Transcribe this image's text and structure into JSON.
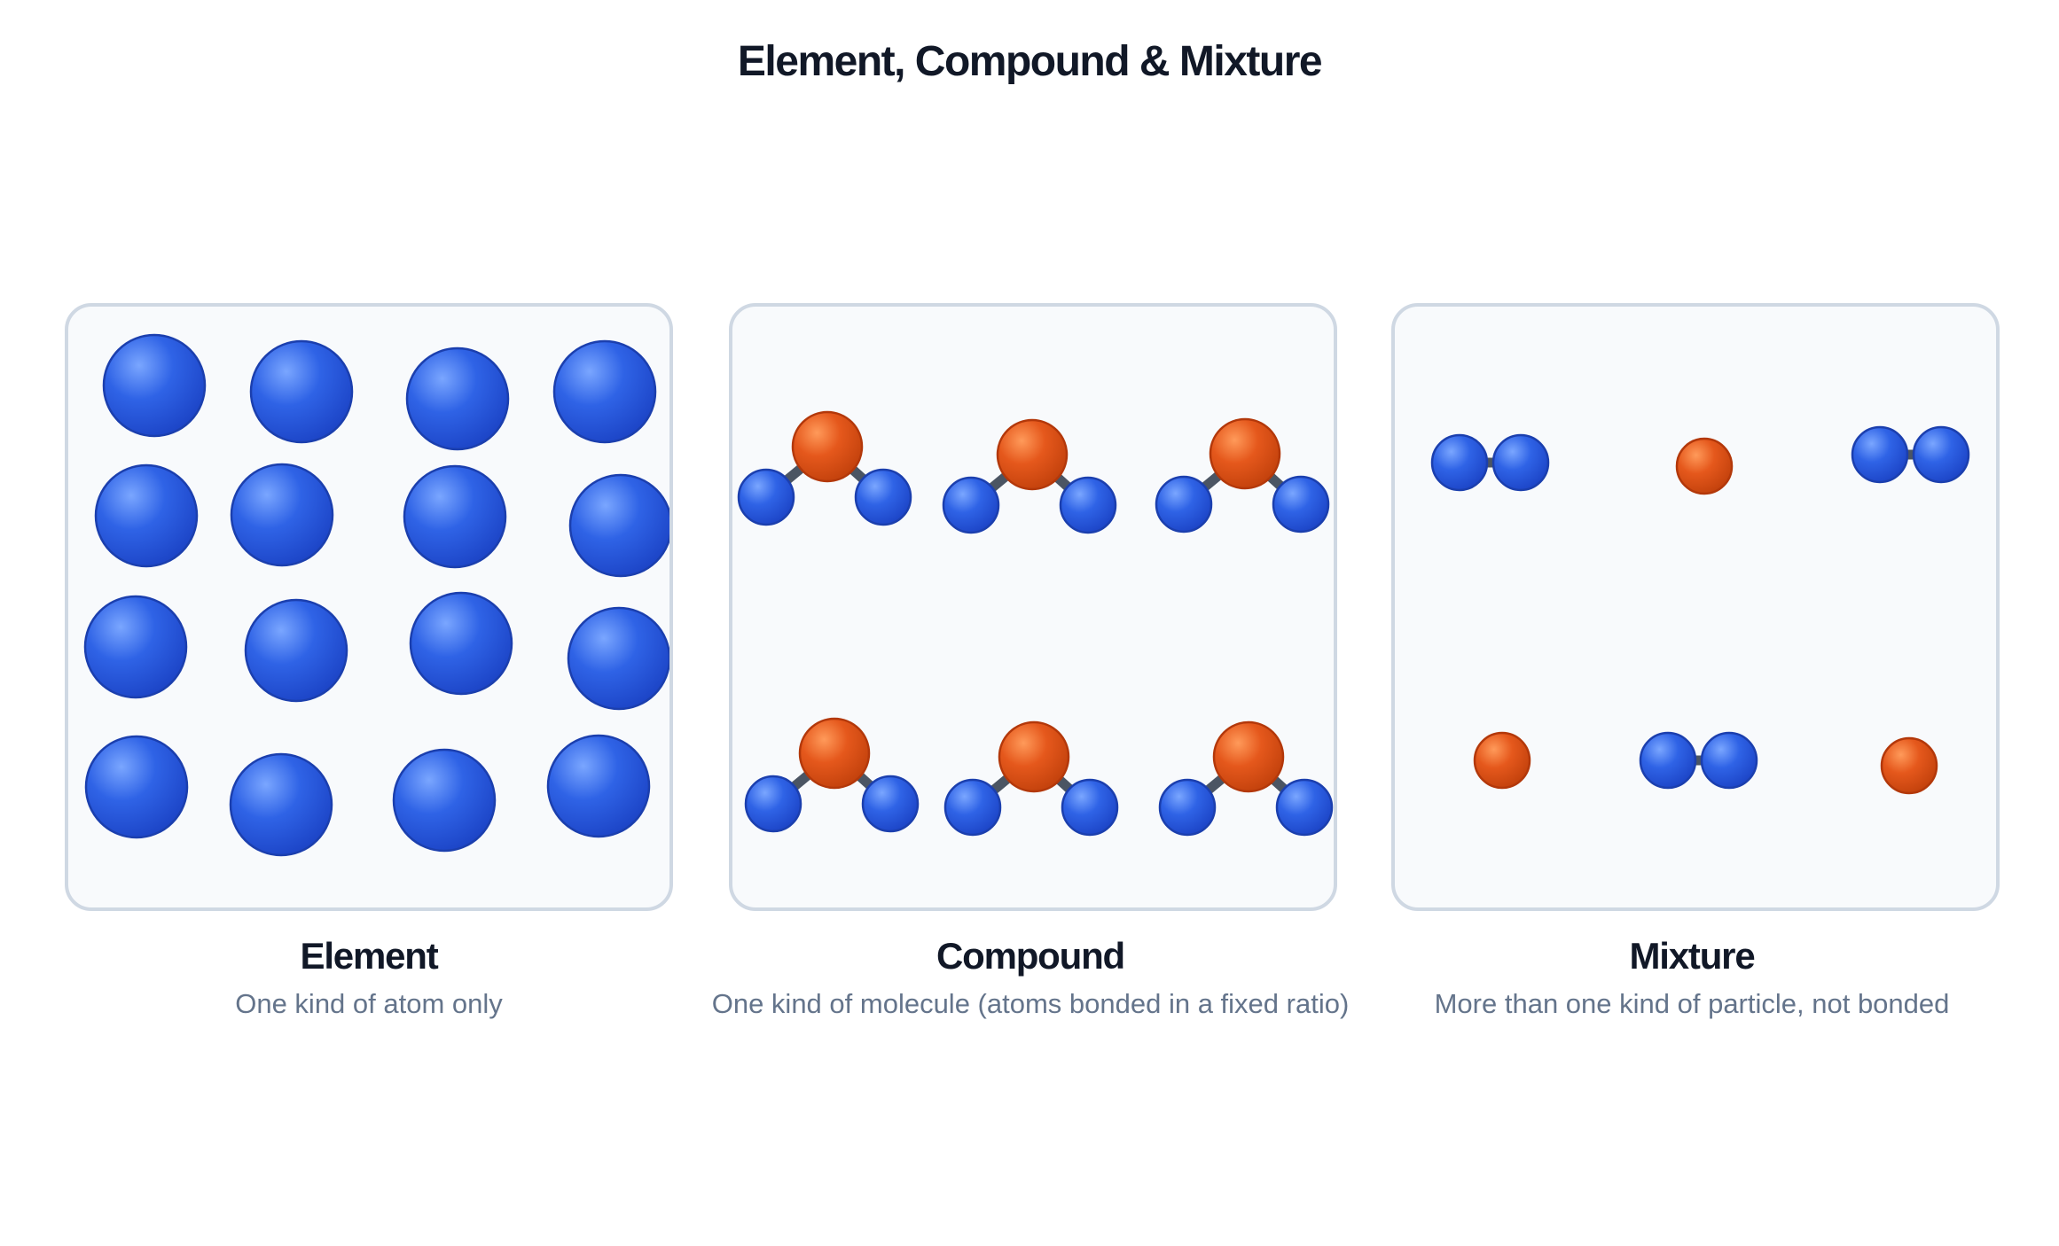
{
  "title": "Element, Compound & Mixture",
  "colors": {
    "atom_blue": "#2f63e6",
    "atom_orange": "#e5581c",
    "bond": "#4b5563",
    "panel_bg": "#f8fafc",
    "panel_border": "#cfd8e3"
  },
  "panels": [
    {
      "name": "element",
      "title": "Element",
      "subtitle": "One kind of atom only",
      "particles": "16 single blue atoms"
    },
    {
      "name": "compound",
      "title": "Compound",
      "subtitle": "One kind of molecule (atoms bonded in a fixed ratio)",
      "particles": "6 molecules, each 1 orange atom bonded to 2 blue atoms"
    },
    {
      "name": "mixture",
      "title": "Mixture",
      "subtitle": "More than one kind of particle, not bonded",
      "particles": "3 blue diatomic molecules and 3 single orange atoms"
    }
  ]
}
